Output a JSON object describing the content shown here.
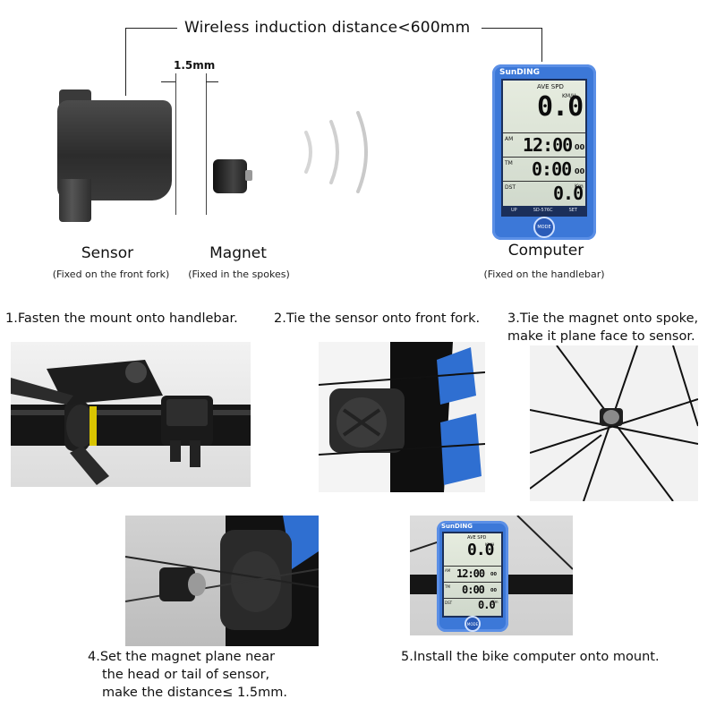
{
  "header": {
    "distance_label": "Wireless induction distance<600mm",
    "gap_label": "1.5mm"
  },
  "parts": {
    "sensor": {
      "title": "Sensor",
      "note": "(Fixed on the front fork)"
    },
    "magnet": {
      "title": "Magnet",
      "note": "(Fixed in the spokes)"
    },
    "computer": {
      "title": "Computer",
      "note": "(Fixed on the handlebar)"
    }
  },
  "device": {
    "brand": "SunDING",
    "mode_label": "AVE SPD",
    "speed_value": "0.0",
    "speed_unit": "KM/H",
    "clock_label": "AM",
    "clock_value": "12:00",
    "clock_seconds": "00",
    "time_label": "TM",
    "time_value": "0:00",
    "time_seconds": "00",
    "distance_label": "DST",
    "distance_value": "0.0",
    "distance_unit": "Km",
    "buttons": [
      "UP",
      "SD-576C",
      "SET"
    ],
    "mode_button": "MODE"
  },
  "steps": [
    {
      "text": "1.Fasten the mount onto handlebar."
    },
    {
      "text": "2.Tie the sensor onto front fork."
    },
    {
      "line1": "3.Tie the magnet onto spoke,",
      "line2": "make it plane face to sensor."
    },
    {
      "line1": "4.Set the magnet plane near",
      "line2": "the head or tail of sensor,",
      "line3": "make the distance≤ 1.5mm."
    },
    {
      "text": "5.Install the bike computer onto mount."
    }
  ],
  "colors": {
    "computer_blue": "#3c78d8",
    "lcd_background": "#dfe6d8",
    "fork_stripe": "#2f6fd1"
  }
}
